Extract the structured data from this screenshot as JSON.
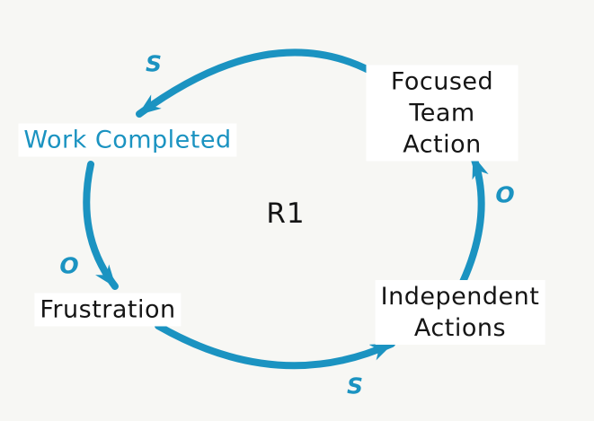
{
  "diagram": {
    "kind": "causal-loop-diagram",
    "loop": {
      "label": "R1",
      "type": "reinforcing"
    },
    "colors": {
      "accent": "#1b93c1",
      "text": "#151515",
      "background": "#f7f7f4"
    },
    "nodes": [
      {
        "id": "focused-team-action",
        "label": "Focused Team\nAction"
      },
      {
        "id": "work-completed",
        "label": "Work Completed"
      },
      {
        "id": "frustration",
        "label": "Frustration"
      },
      {
        "id": "independent-actions",
        "label": "Independent\nActions"
      }
    ],
    "links": [
      {
        "from": "focused-team-action",
        "to": "work-completed",
        "polarity": "S"
      },
      {
        "from": "work-completed",
        "to": "frustration",
        "polarity": "O"
      },
      {
        "from": "frustration",
        "to": "independent-actions",
        "polarity": "S"
      },
      {
        "from": "independent-actions",
        "to": "focused-team-action",
        "polarity": "O"
      }
    ]
  }
}
